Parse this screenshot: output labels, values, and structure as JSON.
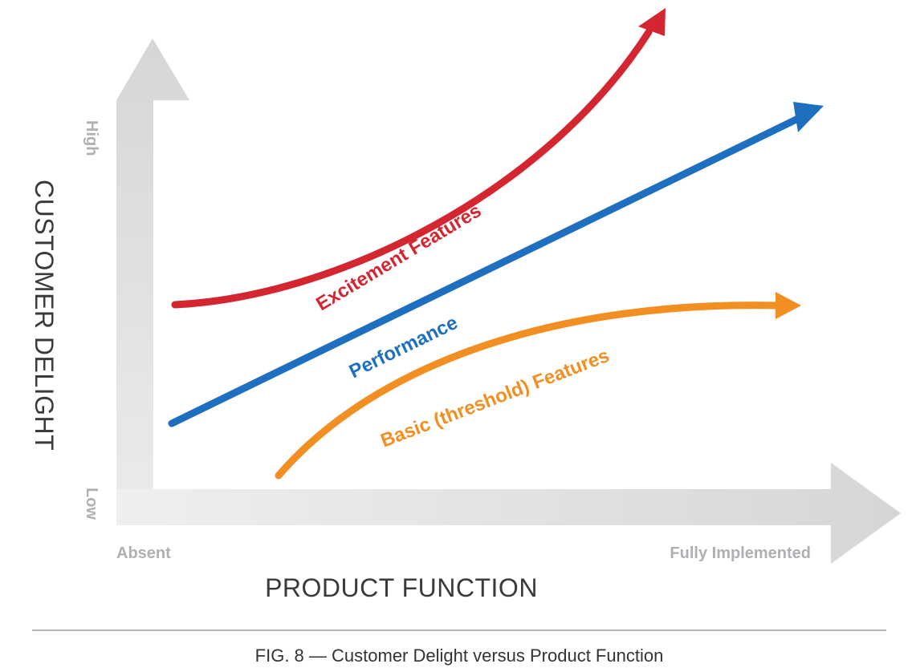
{
  "colors": {
    "axis_arrow": "#dedfe1",
    "excitement": "#d42631",
    "performance": "#1e6fbf",
    "basic": "#f28f22",
    "divider": "#9a9a9a"
  },
  "axes": {
    "y_title": "CUSTOMER DELIGHT",
    "y_high": "High",
    "y_low": "Low",
    "x_title": "PRODUCT FUNCTION",
    "x_start": "Absent",
    "x_end": "Fully Implemented"
  },
  "curves": {
    "excitement": "Excitement Features",
    "performance": "Performance",
    "basic": "Basic (threshold) Features"
  },
  "caption": "FIG. 8 — Customer Delight versus Product Function"
}
